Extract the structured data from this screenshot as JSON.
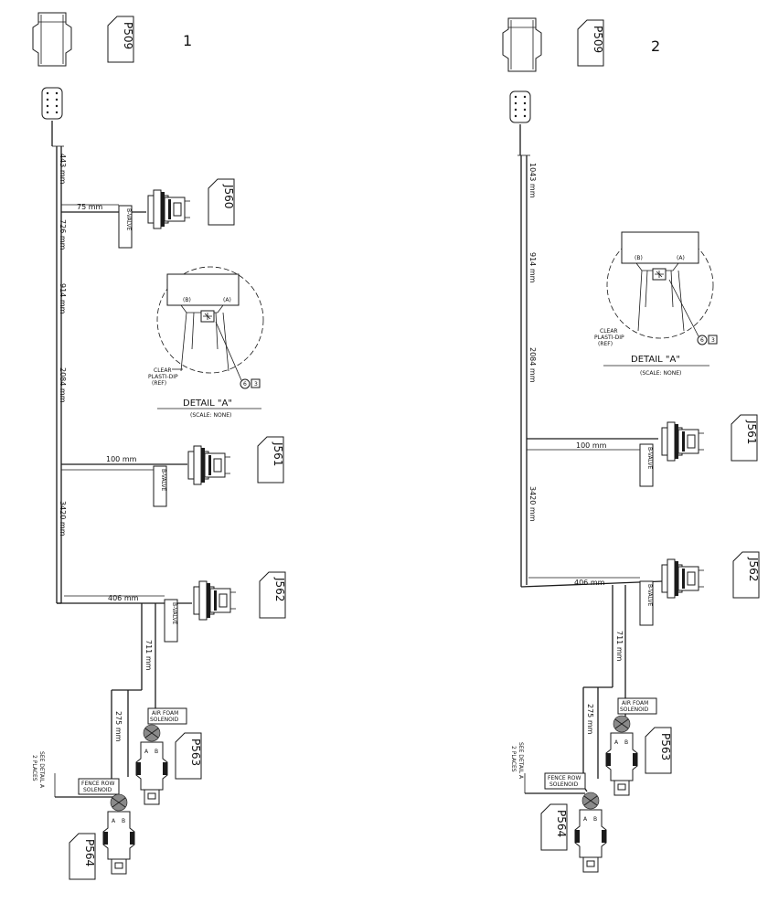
{
  "colors": {
    "ink": "#1a1a1a",
    "background": "#ffffff",
    "shade": "#8a8a8a"
  },
  "diagrams": [
    {
      "number": "1",
      "connectors": {
        "p509": "P509",
        "j560": "J560",
        "j561": "J561",
        "j562": "J562",
        "p563": "P563",
        "p564": "P564"
      },
      "dimensions": {
        "d443": "443 mm",
        "d726": "726 mm",
        "d914": "914 mm",
        "d2084": "2084 mm",
        "d3420": "3420 mm",
        "d75": "75 mm",
        "d100": "100 mm",
        "d406": "406 mm",
        "d711": "711 mm",
        "d275": "275 mm"
      },
      "valve_label": "B-VALVE",
      "solenoids": {
        "air_foam_line1": "AIR FOAM",
        "air_foam_line2": "SOLENOID",
        "fence_row_line1": "FENCE ROW",
        "fence_row_line2": "SOLENOID"
      },
      "pins": {
        "a": "A",
        "b": "B"
      },
      "detail": {
        "left_term": "(B)",
        "right_term": "(A)",
        "clear_line1": "CLEAR",
        "clear_line2": "PLASTI-DIP",
        "clear_line3": "(REF)",
        "callout_num": "6",
        "callout_box": "3",
        "title": "DETAIL \"A\"",
        "scale": "(SCALE: NONE)"
      },
      "see_detail": {
        "line1": "SEE DETAIL A",
        "line2": "2 PLACES"
      }
    },
    {
      "number": "2",
      "connectors": {
        "p509": "P509",
        "j561": "J561",
        "j562": "J562",
        "p563": "P563",
        "p564": "P564"
      },
      "dimensions": {
        "d1043": "1043 mm",
        "d914": "914 mm",
        "d2084": "2084 mm",
        "d3420": "3420 mm",
        "d100": "100 mm",
        "d406": "406 mm",
        "d711": "711 mm",
        "d275": "275 mm"
      },
      "valve_label": "B-VALVE",
      "solenoids": {
        "air_foam_line1": "AIR FOAM",
        "air_foam_line2": "SOLENOID",
        "fence_row_line1": "FENCE ROW",
        "fence_row_line2": "SOLENOID"
      },
      "pins": {
        "a": "A",
        "b": "B"
      },
      "detail": {
        "left_term": "(B)",
        "right_term": "(A)",
        "clear_line1": "CLEAR",
        "clear_line2": "PLASTI-DIP",
        "clear_line3": "(REF)",
        "callout_num": "6",
        "callout_box": "3",
        "title": "DETAIL \"A\"",
        "scale": "(SCALE: NONE)"
      },
      "see_detail": {
        "line1": "SEE DETAIL A",
        "line2": "2 PLACES"
      }
    }
  ]
}
